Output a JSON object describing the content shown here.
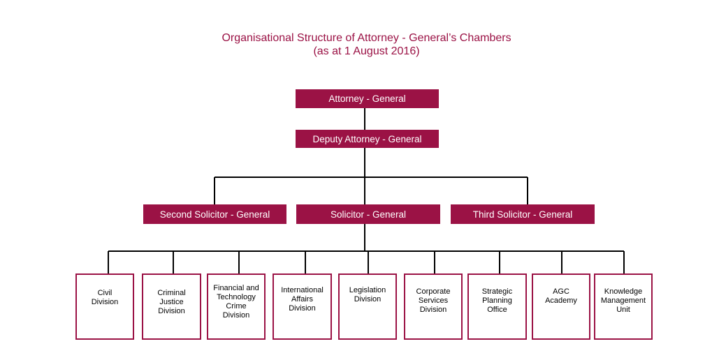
{
  "title": {
    "line1": "Organisational Structure of Attorney - General’s Chambers",
    "line2": "(as at 1 August 2016)"
  },
  "colors": {
    "accent": "#9b1245"
  },
  "nodes": {
    "ag": "Attorney - General",
    "dag": "Deputy Attorney - General",
    "ssg": "Second Solicitor - General",
    "sg": "Solicitor - General",
    "tsg": "Third Solicitor - General"
  },
  "divisions": [
    "Civil\nDivision",
    "Criminal\nJustice\nDivision",
    "Financial and\nTechnology\nCrime\nDivision",
    "International\nAffairs\nDivision",
    "Legislation\nDivision",
    "Corporate\nServices\nDivision",
    "Strategic\nPlanning\nOffice",
    "AGC\nAcademy",
    "Knowledge\nManagement\nUnit"
  ]
}
